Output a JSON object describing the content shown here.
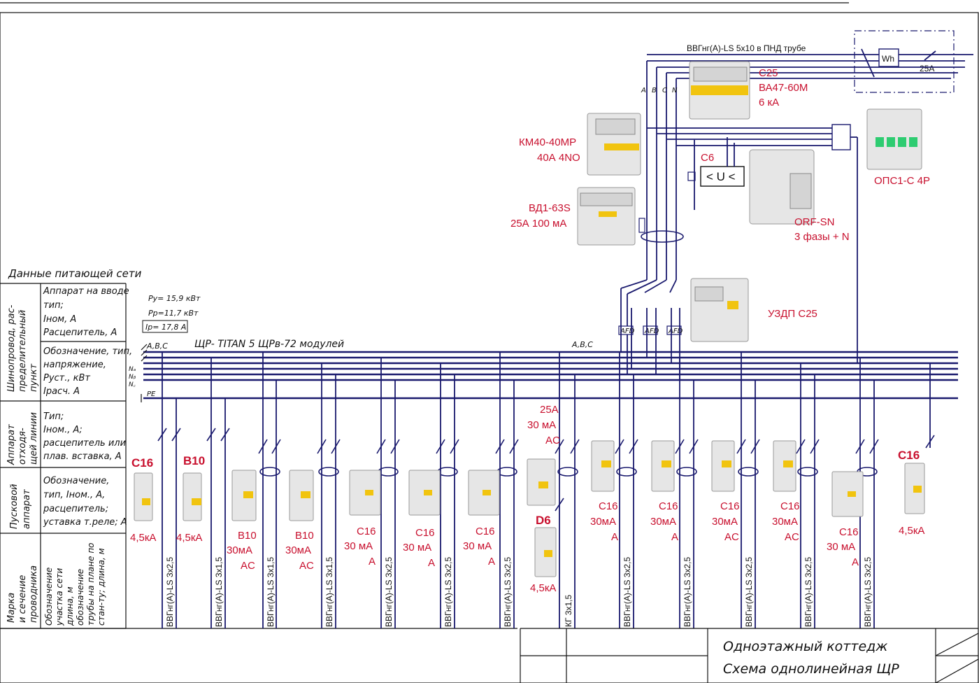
{
  "supply": {
    "cable": "ВВГнг(A)-LS  5х10 в ПНД трубе",
    "meter": "Wh",
    "breaker": "25A"
  },
  "phases": {
    "a": "A",
    "b": "B",
    "c": "C",
    "n": "N"
  },
  "devices": {
    "main_breaker": [
      "C25",
      "ВА47-60М",
      "6 кА"
    ],
    "contactor": [
      "КМ40-40МР",
      "40А 4NO"
    ],
    "relay_breaker": "C6",
    "relay_symbol": "< U <",
    "rcd": [
      "ВД1-63S",
      "25А 100 мА"
    ],
    "relay": [
      "ORF-SN",
      "3 фазы + N"
    ],
    "surge": "ОПС1-С 4Р",
    "uzdp": "УЗДП С25",
    "afd": "AFD"
  },
  "left_header": "Данные питающей сети",
  "row_titles": {
    "r1": [
      "Шинопровод, рас-",
      "пределительный",
      "пункт"
    ],
    "r2": [
      "Аппарат",
      "отходя-",
      "щей линии"
    ],
    "r3": [
      "Пусковой",
      "аппарат"
    ],
    "r4": [
      "Марка",
      "и сечение",
      "проводника"
    ]
  },
  "row_cells": {
    "c1": [
      "Аппарат на вводе",
      "тип;",
      "Iном, А",
      "Расцепитель, А"
    ],
    "c2": [
      "Обозначение, тип,",
      "напряжение,",
      "Руст., кВт",
      "Iрасч. А"
    ],
    "c3": [
      "Тип;",
      "Iном., А;",
      "расцепитель или",
      "плав. вставка, А"
    ],
    "c4": [
      "Обозначение,",
      "тип, Iном., А,",
      "расцепитель;",
      "уставка т.реле; А"
    ],
    "c5": [
      "Обозначение",
      "участка сети",
      "длина, м",
      "обозначение",
      "трубы на плане по",
      "стан-ту; длина, м"
    ]
  },
  "power": {
    "py": "Ру= 15,9 кВт",
    "pp": "Рр=11,7 кВт",
    "ip": "Iр= 17,8 А"
  },
  "board": {
    "abc": "A,B,C",
    "title": "ЩР- TITAN 5 ЩРв-72 модулей",
    "abc2": "A,B,C",
    "na": "Nₐ",
    "nb": "Nᵦ",
    "nc": "N꜀",
    "pe": "PE"
  },
  "feeders": {
    "f1": {
      "label": [
        "C16"
      ],
      "ka": "4,5кА",
      "cable": "ВВГнг(A)-LS 3х2,5"
    },
    "f2": {
      "label": [
        "B10"
      ],
      "ka": "4,5кА",
      "cable": "ВВГнг(A)-LS 3х1,5"
    },
    "f3": {
      "label": [
        "B10",
        "30мА",
        "AC"
      ],
      "cable": "ВВГнг(A)-LS 3х1,5"
    },
    "f4": {
      "label": [
        "B10",
        "30мА",
        "AC"
      ],
      "cable": "ВВГнг(A)-LS 3х1,5"
    },
    "f5": {
      "label": [
        "C16",
        "30 мА",
        "A"
      ],
      "cable": "ВВГнг(A)-LS 3х2,5"
    },
    "f6": {
      "label": [
        "C16",
        "30 мА",
        "A"
      ],
      "cable": "ВВГнг(A)-LS 3х2,5"
    },
    "f7": {
      "label": [
        "C16",
        "30 мА",
        "A"
      ],
      "cable": "ВВГнг(A)-LS 3х2,5"
    },
    "f8": {
      "rcd": [
        "25А",
        "30 мА",
        "AC"
      ],
      "breaker": "D6",
      "ka": "4,5кА",
      "cable": "КГ 3х1,5"
    },
    "f9": {
      "label": [
        "C16",
        "30мА",
        "A"
      ],
      "cable": "ВВГнг(A)-LS 3х2,5"
    },
    "f10": {
      "label": [
        "C16",
        "30мА",
        "A"
      ],
      "cable": "ВВГнг(A)-LS 3х2,5"
    },
    "f11": {
      "label": [
        "C16",
        "30мА",
        "AC"
      ],
      "cable": "ВВГнг(A)-LS 3х2,5"
    },
    "f12": {
      "label": [
        "C16",
        "30мА",
        "AC"
      ],
      "cable": "ВВГнг(A)-LS 3х2,5"
    },
    "f13": {
      "label": [
        "C16",
        "30 мА",
        "A"
      ],
      "cable": "ВВГнг(A)-LS 3х2,5"
    },
    "f14": {
      "label": [
        "C16"
      ],
      "ka": "4,5кА"
    }
  },
  "stamp": {
    "line1": "Одноэтажный коттедж",
    "line2": "Схема однолинейная ЩР"
  }
}
